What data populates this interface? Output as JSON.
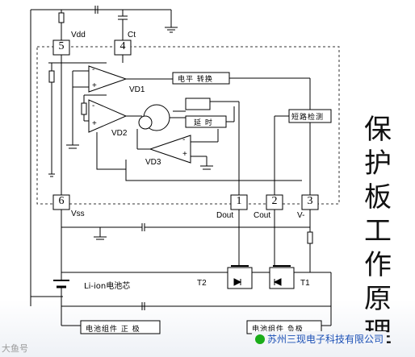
{
  "title": {
    "chars": [
      "保",
      "护",
      "板",
      "工",
      "作",
      "原",
      "理"
    ]
  },
  "pins": {
    "p5": {
      "num": "5",
      "label": "Vdd"
    },
    "p4": {
      "num": "4",
      "label": "Ct"
    },
    "p6": {
      "num": "6",
      "label": "Vss"
    },
    "p1": {
      "num": "1",
      "label": "Dout"
    },
    "p2": {
      "num": "2",
      "label": "Cout"
    },
    "p3": {
      "num": "3",
      "label": "V-"
    }
  },
  "comparators": {
    "vd1": "VD1",
    "vd2": "VD2",
    "vd3": "VD3"
  },
  "comp_marks": {
    "minus": "-",
    "plus": "+"
  },
  "blocks": {
    "level_shift": "电平 转换",
    "delay": "延 时",
    "short_detect": "短路检测"
  },
  "transistors": {
    "t1": "T1",
    "t2": "T2"
  },
  "battery": {
    "label": "Li-ion电池芯"
  },
  "terminals": {
    "positive": "电池组件 正 极",
    "negative": "电池组件 负极"
  },
  "watermark": {
    "left": "大鱼号",
    "right": "苏州三现电子科技有限公司"
  }
}
